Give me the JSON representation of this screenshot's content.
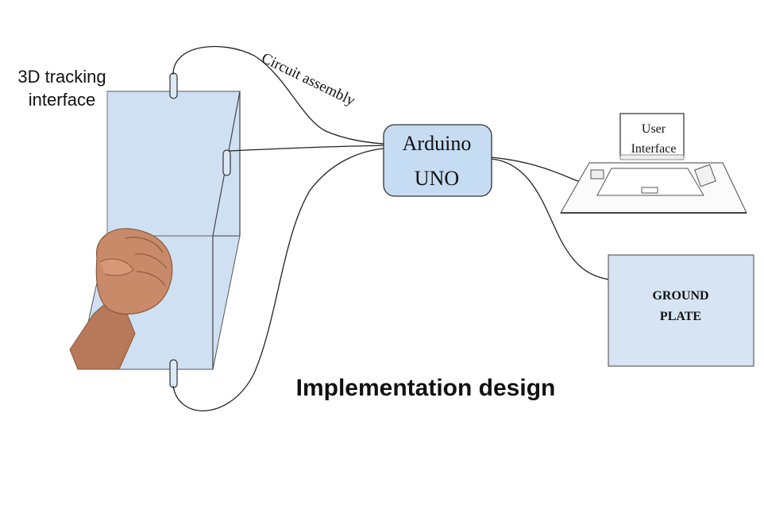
{
  "labels": {
    "tracking_line1": "3D tracking",
    "tracking_line2": "interface",
    "circuit": "Circuit assembly",
    "arduino_line1": "Arduino",
    "arduino_line2": "UNO",
    "ui_line1": "User",
    "ui_line2": "Interface",
    "ground_line1": "GROUND",
    "ground_line2": "PLATE",
    "title": "Implementation design"
  },
  "colors": {
    "box_fill": "#cfe0f3",
    "box_stroke": "#3a3a3a",
    "arduino_fill": "#c6dcf2",
    "wire": "#222222",
    "skin": "#c98a6a"
  },
  "icons": {
    "hand": "fist-icon",
    "laptop": "laptop-icon",
    "phone": "phone-icon"
  }
}
